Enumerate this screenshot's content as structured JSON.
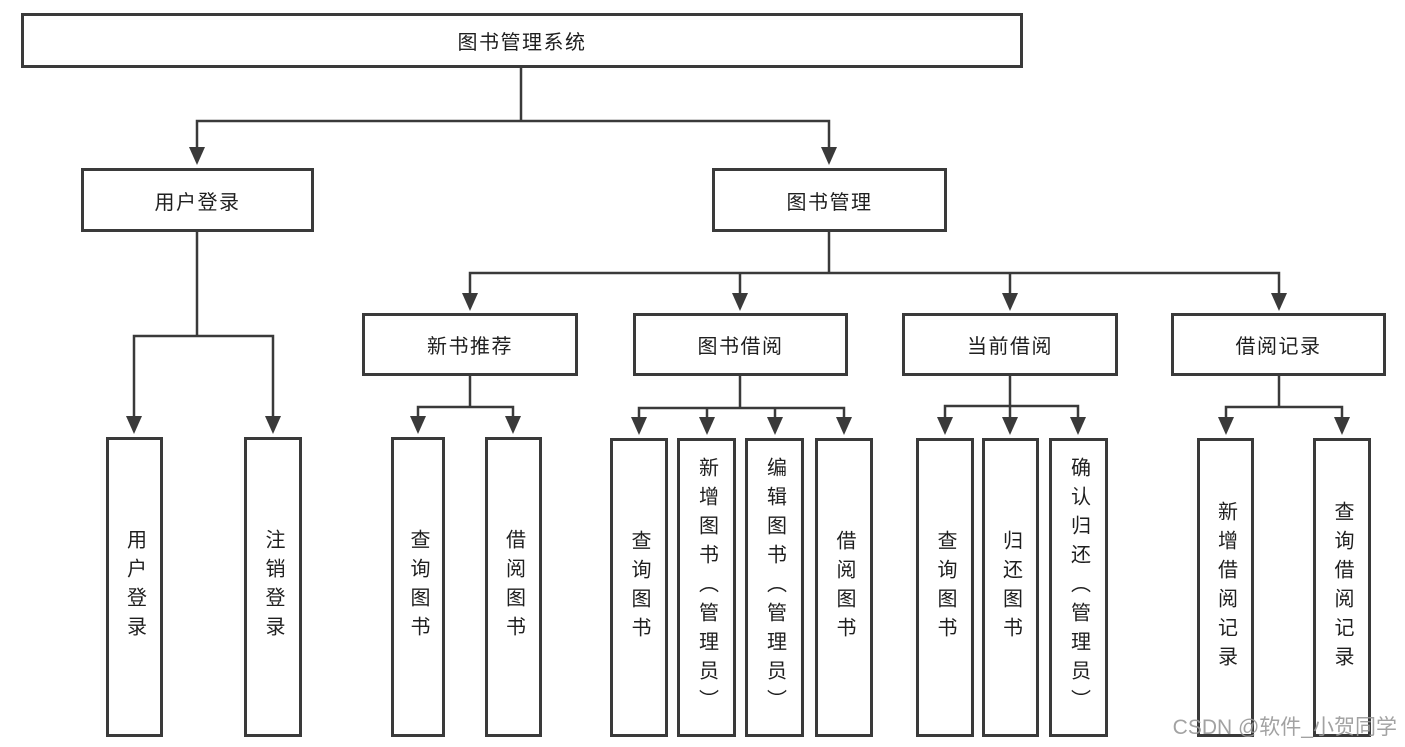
{
  "diagram": {
    "title": "图书管理系统",
    "branches": [
      {
        "label": "用户登录",
        "children": [
          {
            "label": "用户登录"
          },
          {
            "label": "注销登录"
          }
        ]
      },
      {
        "label": "图书管理",
        "children": [
          {
            "label": "新书推荐",
            "children": [
              {
                "label": "查询图书"
              },
              {
                "label": "借阅图书"
              }
            ]
          },
          {
            "label": "图书借阅",
            "children": [
              {
                "label": "查询图书"
              },
              {
                "label": "新增图书（管理员）"
              },
              {
                "label": "编辑图书（管理员）"
              },
              {
                "label": "借阅图书"
              }
            ]
          },
          {
            "label": "当前借阅",
            "children": [
              {
                "label": "查询图书"
              },
              {
                "label": "归还图书"
              },
              {
                "label": "确认归还（管理员）"
              }
            ]
          },
          {
            "label": "借阅记录",
            "children": [
              {
                "label": "新增借阅记录"
              },
              {
                "label": "查询借阅记录"
              }
            ]
          }
        ]
      }
    ]
  },
  "watermark": {
    "text": "CSDN @软件_小贺同学"
  },
  "colors": {
    "line": "#3a3a3a",
    "box_border": "#3a3a3a",
    "text": "#1f1f1f",
    "watermark": "#989898",
    "background": "#ffffff"
  }
}
